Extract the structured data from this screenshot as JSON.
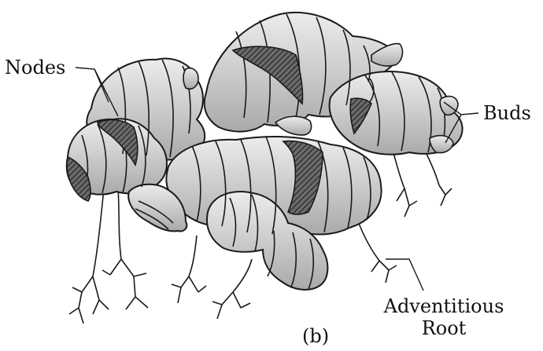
{
  "labels": {
    "nodes": "Nodes",
    "buds": "Buds",
    "adventitious_line1": "Adventitious",
    "adventitious_line2": "Root",
    "caption": "(b)"
  },
  "colors": {
    "rhizome_fill": "#bfbfbf",
    "rhizome_light": "#e6e6e6",
    "outline": "#1a1a1a",
    "hatch": "#333333",
    "background": "#ffffff"
  }
}
